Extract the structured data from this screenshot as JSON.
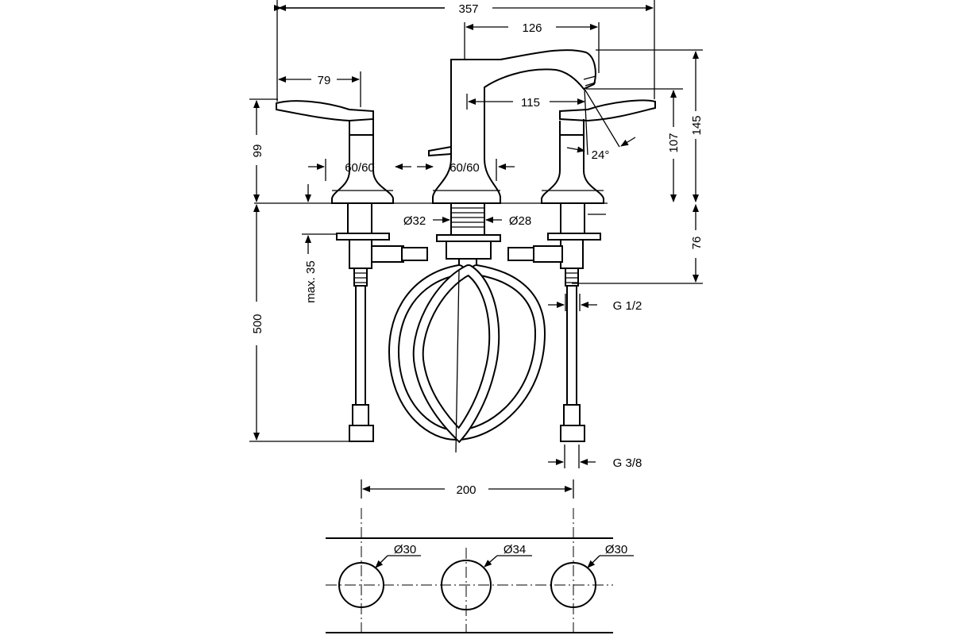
{
  "dimensions": {
    "overall_width": "357",
    "spout_reach": "126",
    "handle_reach": "79",
    "spout_projection": "115",
    "total_height": "145",
    "spout_outlet_height": "107",
    "handle_height": "99",
    "shank_length": "76",
    "hose_length": "500",
    "max_deck_thickness": "max. 35",
    "left_base": "60/60",
    "center_base": "60/60",
    "spout_shank_dia": "Ø32",
    "valve_shank_dia": "Ø28",
    "angle": "24°",
    "inlet_thread": "G 1/2",
    "connection_thread": "G 3/8",
    "centers": "200",
    "hole_left": "Ø30",
    "hole_center": "Ø34",
    "hole_right": "Ø30"
  }
}
